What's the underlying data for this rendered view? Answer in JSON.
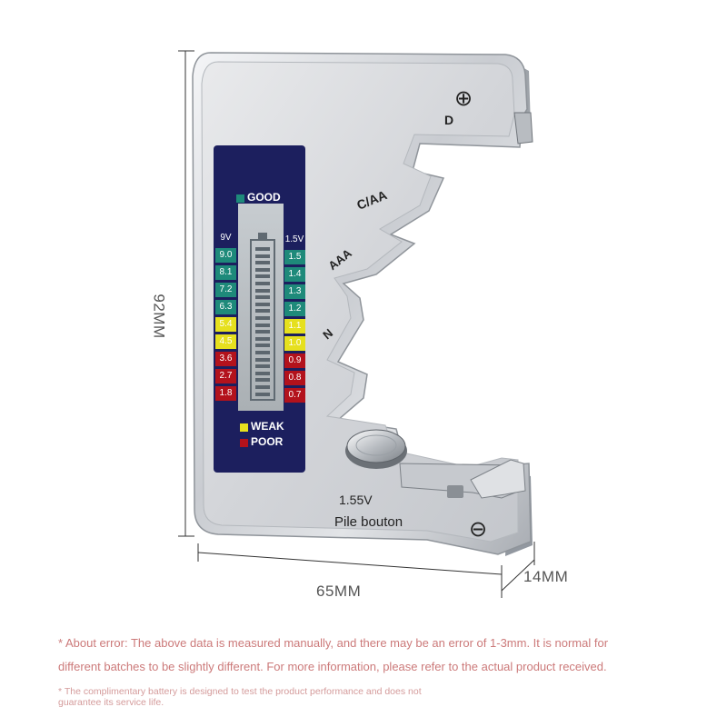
{
  "dimensions": {
    "height": "92MM",
    "width": "65MM",
    "depth": "14MM"
  },
  "display": {
    "good_label": "GOOD",
    "weak_label": "WEAK",
    "poor_label": "POOR",
    "left_header": "9V",
    "right_header": "1.5V",
    "left_scale": [
      "9.0",
      "8.1",
      "7.2",
      "6.3",
      "5.4",
      "4.5",
      "3.6",
      "2.7",
      "1.8"
    ],
    "right_scale": [
      "1.5",
      "1.4",
      "1.3",
      "1.2",
      "1.1",
      "1.0",
      "0.9",
      "0.8",
      "0.7"
    ],
    "colors": {
      "good": "#1e8a7a",
      "weak": "#e6e01e",
      "poor": "#b3121c",
      "panel": "#1c1f5e"
    }
  },
  "slots": {
    "d": "D",
    "c_aa": "C/AA",
    "aaa": "AAA",
    "n": "N",
    "plus_symbol": "⊕",
    "minus_symbol": "⊖"
  },
  "button_cell": {
    "voltage": "1.55V",
    "label": "Pile bouton"
  },
  "notes": {
    "main_line1": "* About error: The above data is measured manually, and there may be an error of 1-3mm. It is normal for",
    "main_line2": "different batches to be slightly different. For more information, please refer to the actual product received.",
    "small_line1": "* The complimentary battery is designed to test the product performance and does not",
    "small_line2": "guarantee its service life."
  }
}
